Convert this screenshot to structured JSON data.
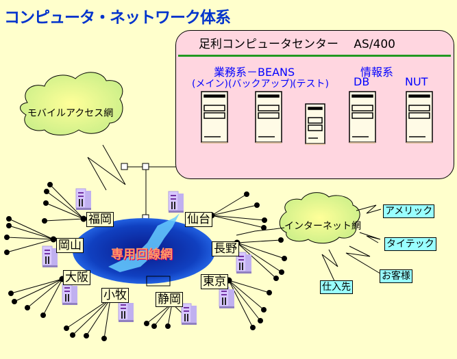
{
  "title": "コンピュータ・ネットワーク体系",
  "center": {
    "title": "足利コンピュータセンター　 AS/400",
    "groups": [
      {
        "label": "業務系－BEANS",
        "sublabels": [
          "(メイン)",
          "(バックアップ)",
          "(テスト)"
        ]
      },
      {
        "label": "情報系",
        "sublabels": [
          "DB",
          "NUT"
        ]
      }
    ]
  },
  "clouds": {
    "mobile": "モバイルアクセス網",
    "internet": "インターネット網"
  },
  "leased_line": "専用回線網",
  "sites": [
    "福岡",
    "岡山",
    "大阪",
    "小牧",
    "静岡",
    "東京",
    "長野",
    "仙台"
  ],
  "external": [
    "アメリック",
    "タイテック",
    "お客様",
    "仕入先"
  ],
  "colors": {
    "background": "#ffffcc",
    "center_panel": "#ffd6e0",
    "title": "#0033cc",
    "group_label": "#0000ff",
    "rule": "#229922",
    "external_box": "#99ffff",
    "cloud": "#ddf59a",
    "ellipse": "#1a4fd6"
  }
}
